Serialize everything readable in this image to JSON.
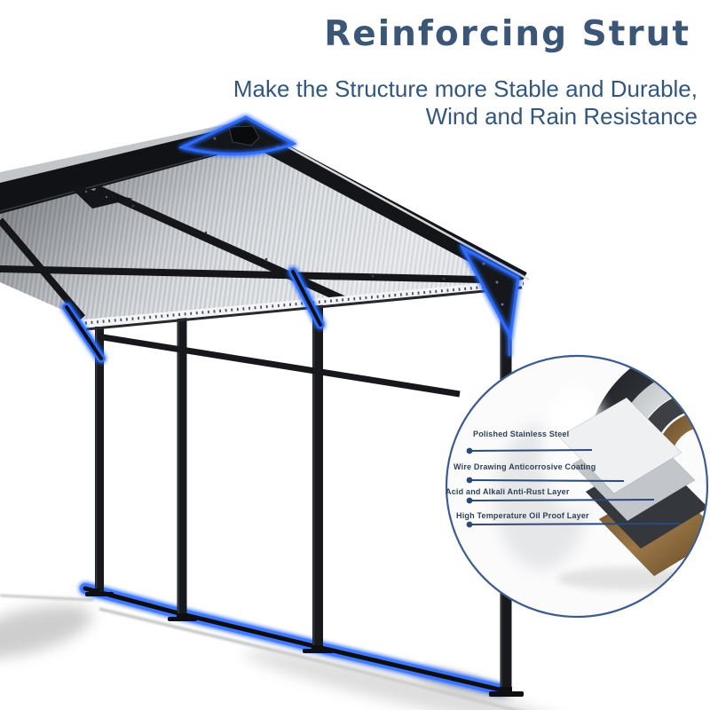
{
  "header": {
    "title": "Reinforcing Strut",
    "subtitle_line1": "Make the Structure more Stable and Durable,",
    "subtitle_line2": "Wind and Rain Resistance"
  },
  "callout": {
    "labels": [
      {
        "text": "Polished Stainless Steel"
      },
      {
        "text": "Wire Drawing Anticorrosive Coating"
      },
      {
        "text": "Acid and Alkali Anti-Rust Layer"
      },
      {
        "text": "High Temperature Oil Proof Layer"
      }
    ]
  },
  "theme": {
    "background": "#ffffff",
    "title_color": "#3c5677",
    "subtitle_color": "#33567d",
    "highlight_blue": "#2e6cff",
    "frame_black": "#17191c",
    "panel_gray": "#d7dade",
    "circle_border": "#3d5c8e",
    "label_color": "#2e4156",
    "leader_color": "#2b4a7b",
    "layer_steel_dark": "#26282c",
    "layer_silver": "#c7cacd",
    "layer_charcoal": "#3c3f44",
    "layer_bronze": "#8a6a41"
  }
}
